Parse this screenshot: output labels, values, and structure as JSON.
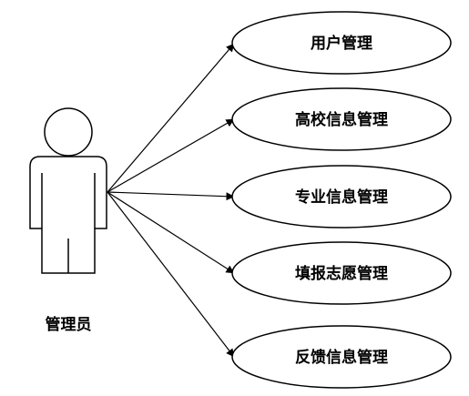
{
  "actor": {
    "name": "管理员"
  },
  "use_cases": [
    {
      "label": "用户管理"
    },
    {
      "label": "高校信息管理"
    },
    {
      "label": "专业信息管理"
    },
    {
      "label": "填报志愿管理"
    },
    {
      "label": "反馈信息管理"
    }
  ],
  "colors": {
    "stroke": "#000000",
    "fill": "#ffffff",
    "text": "#000000"
  }
}
